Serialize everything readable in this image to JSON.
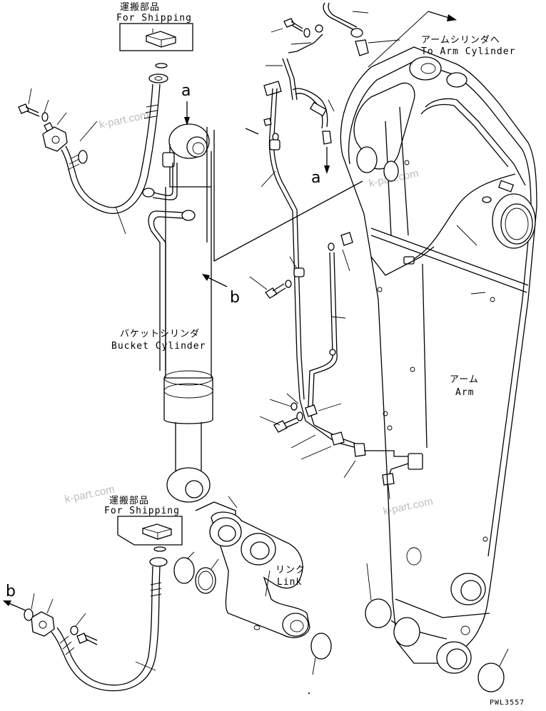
{
  "labels": {
    "shipping_top_jp": "運搬部品",
    "shipping_top_en": "For Shipping",
    "shipping_bottom_jp": "運搬部品",
    "shipping_bottom_en": "For Shipping",
    "arm_cyl_jp": "アームシリンダへ",
    "arm_cyl_en": "To Arm Cylinder",
    "bucket_cyl_jp": "バケットシリンダ",
    "bucket_cyl_en": "Bucket Cylinder",
    "arm_jp": "アーム",
    "arm_en": "Arm",
    "link_jp": "リンク",
    "link_en": "Link",
    "ref_a_top": "a",
    "ref_a_mid": "a",
    "ref_b_mid": "b",
    "ref_b_bottom": "b",
    "drawing_code": "PWL3557",
    "bottom_mark": "・"
  },
  "watermarks": [
    "k-part.com",
    "k-part.com",
    "k-part.com",
    "k-part.com"
  ]
}
